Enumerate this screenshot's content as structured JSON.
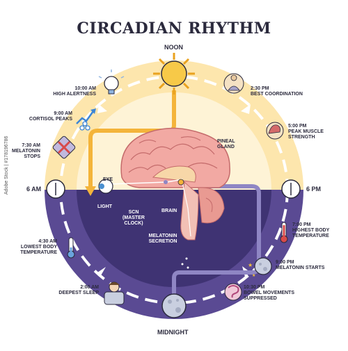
{
  "title": "CIRCADIAN RHYTHM",
  "clock": {
    "noon": "NOON",
    "midnight": "MIDNIGHT",
    "six_am": "6 AM",
    "six_pm": "6 PM"
  },
  "events_day": [
    {
      "time": "10:00 AM",
      "text": "HIGH ALERTNESS",
      "icon": "lightbulb-icon"
    },
    {
      "time": "9:00 AM",
      "text": "CORTISOL PEAKS",
      "icon": "rising-chart-icon"
    },
    {
      "time": "7:30 AM",
      "text": "MELATONIN STOPS",
      "icon": "crossed-pill-icon"
    },
    {
      "time": "2:30 PM",
      "text": "BEST COORDINATION",
      "icon": "meditation-icon"
    },
    {
      "time": "5:00 PM",
      "text": "PEAK MUSCLE STRENGTH",
      "icon": "muscle-arm-icon"
    }
  ],
  "events_night": [
    {
      "time": "4:30 AM",
      "text": "LOWEST BODY TEMPERATURE",
      "icon": "cold-thermometer-icon"
    },
    {
      "time": "2:00 AM",
      "text": "DEEPEST SLEEP",
      "icon": "sleeping-person-icon"
    },
    {
      "time": "7:00 PM",
      "text": "HIGHEST BODY TEMPERATURE",
      "icon": "hot-thermometer-icon"
    },
    {
      "time": "9:00 PM",
      "text": "MELATONIN STARTS",
      "icon": "moon-icon"
    },
    {
      "time": "10:30 PM",
      "text": "BOWEL MOVEMENTS SUPPRESSED",
      "icon": "intestine-icon"
    }
  ],
  "brain_labels": {
    "pineal": "PINEAL GLAND",
    "eye": "EYE",
    "light": "LIGHT",
    "scn": "SCN (MASTER CLOCK)",
    "brain": "BRAIN",
    "secretion": "MELATONIN SECRETION"
  },
  "watermark": "Adobe Stock | #178196786",
  "colors": {
    "day": "#fde6ad",
    "night": "#5a4a93",
    "ring_day": "#f6d484",
    "brain": "#f2a9a3",
    "arrow_day": "#f4b43a",
    "arrow_night": "#8f86c4"
  }
}
